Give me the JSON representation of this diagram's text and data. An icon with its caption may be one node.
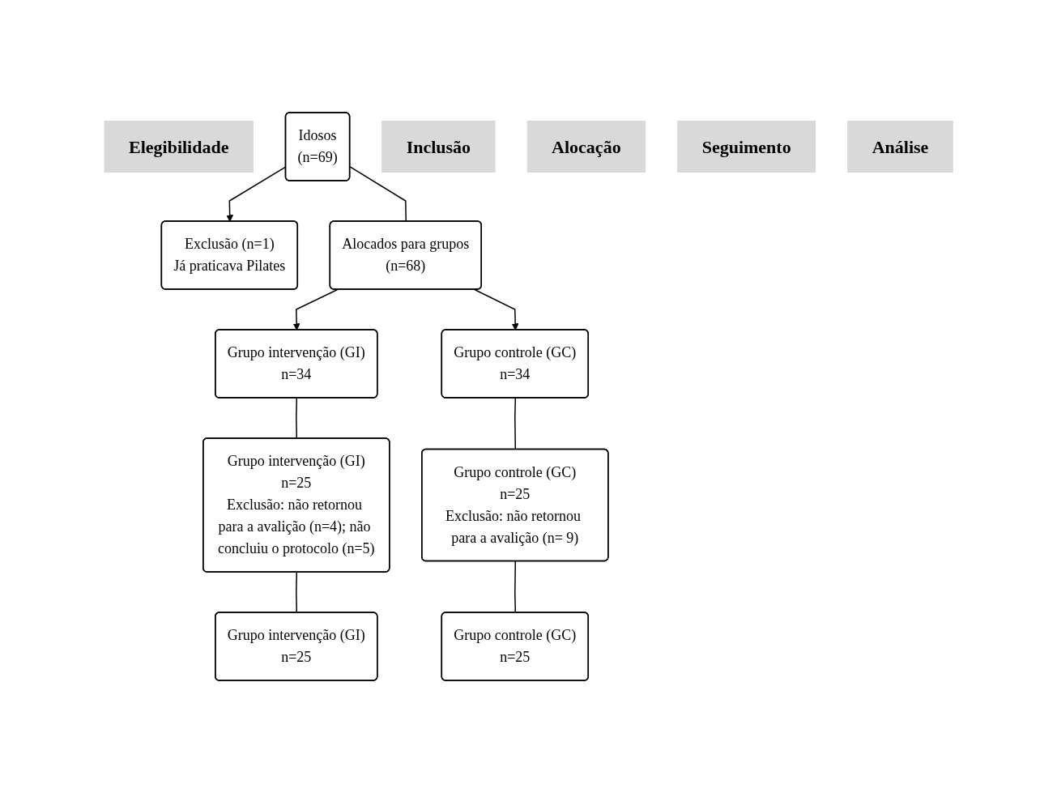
{
  "diagram": {
    "nodes": [
      {
        "text": [
          "Elegibilidade"
        ]
      },
      {
        "text": [
          "Idosos",
          "(n=69)"
        ]
      },
      {
        "text": [
          "Exclusão (n=1)",
          "Já praticava Pilates"
        ]
      },
      {
        "text": [
          "Inclusão"
        ]
      },
      {
        "text": [
          "Alocados para grupos",
          "(n=68)"
        ]
      },
      {
        "text": [
          "Grupo intervenção (GI)",
          "n=34"
        ]
      },
      {
        "text": [
          "Alocação"
        ]
      },
      {
        "text": [
          "Grupo controle (GC)",
          "n=34"
        ]
      },
      {
        "text": [
          "Grupo intervenção (GI)",
          "n=25",
          "Exclusão: não retornou para a avalição (n=4); não concluiu o protocolo (n=5)"
        ]
      },
      {
        "text": [
          "Seguimento"
        ]
      },
      {
        "text": [
          "Grupo controle (GC)",
          "n=25",
          "Exclusão: não retornou para a avalição (n= 9)"
        ]
      },
      {
        "text": [
          "Grupo intervenção (GI)",
          "n=25"
        ]
      },
      {
        "text": [
          "Análise"
        ]
      },
      {
        "text": [
          "Grupo controle (GC)",
          "n=25"
        ]
      }
    ],
    "edges": [
      {
        "from": 1,
        "to": 2,
        "arrow": "to"
      },
      {
        "from": 1,
        "to": 4,
        "arrow": "none"
      },
      {
        "from": 4,
        "to": 5,
        "arrow": "to"
      },
      {
        "from": 4,
        "to": 7,
        "arrow": "to"
      },
      {
        "from": 5,
        "to": 8,
        "arrow": "none"
      },
      {
        "from": 7,
        "to": 10,
        "arrow": "none"
      },
      {
        "from": 8,
        "to": 11,
        "arrow": "none"
      },
      {
        "from": 10,
        "to": 13,
        "arrow": "none"
      }
    ]
  }
}
